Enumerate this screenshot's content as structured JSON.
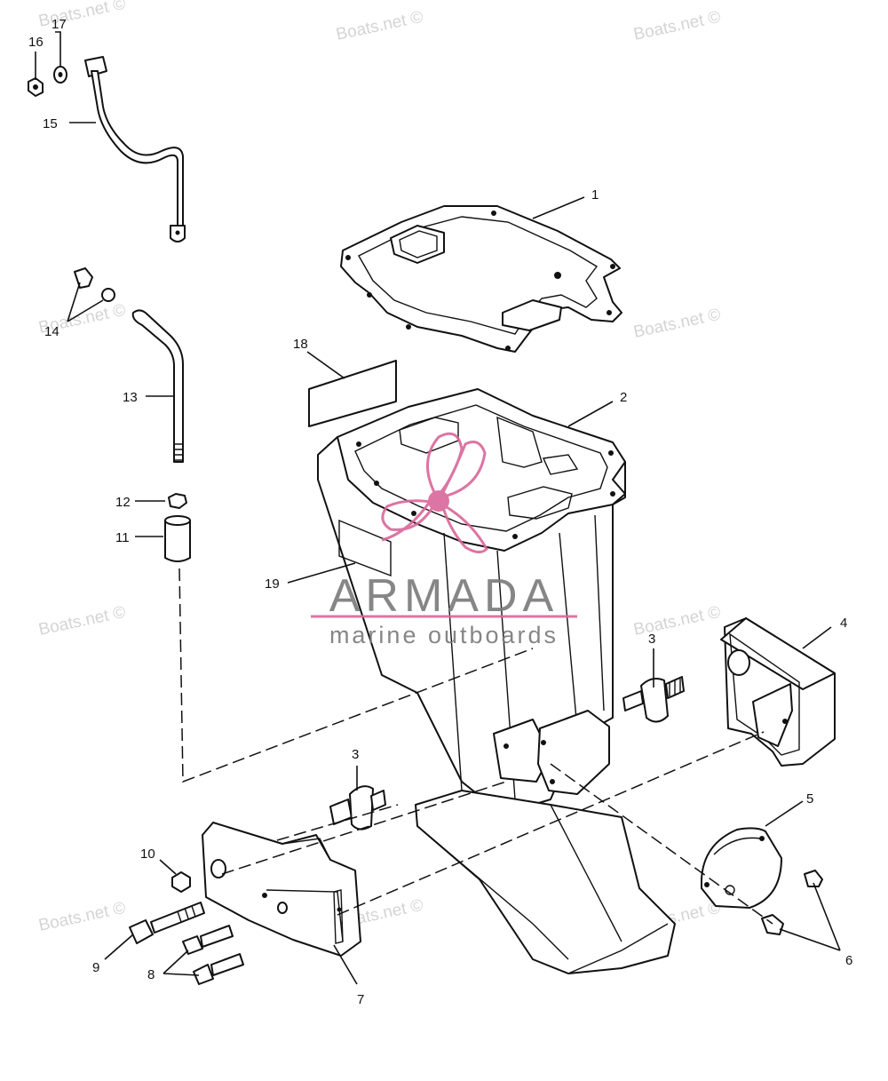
{
  "watermark_text": "Boats.net ©",
  "logo": {
    "name": "ARMADA",
    "tagline": "marine outboards",
    "accent_color": "#d9679a",
    "text_color": "#7a7a7a"
  },
  "callouts": {
    "c1": "1",
    "c2": "2",
    "c3a": "3",
    "c3b": "3",
    "c4": "4",
    "c5": "5",
    "c6": "6",
    "c7": "7",
    "c8": "8",
    "c9": "9",
    "c10": "10",
    "c11": "11",
    "c12": "12",
    "c13": "13",
    "c14": "14",
    "c15": "15",
    "c16": "16",
    "c17": "17",
    "c18": "18",
    "c19": "19"
  }
}
